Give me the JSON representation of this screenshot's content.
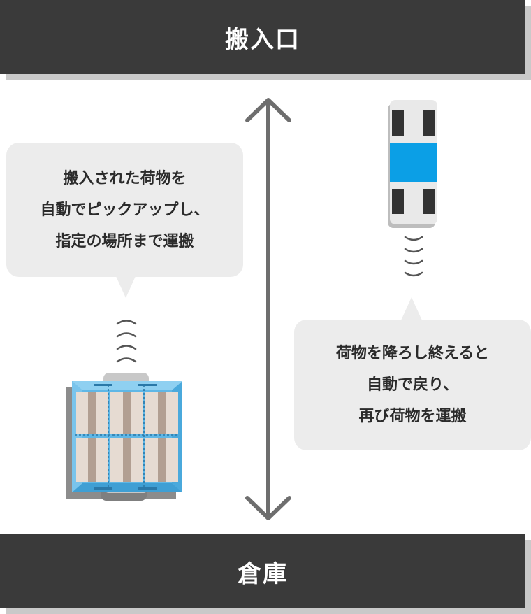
{
  "header": {
    "title": "搬入口"
  },
  "footer": {
    "title": "倉庫"
  },
  "left_bubble": {
    "lines": [
      "搬入された荷物を",
      "自動でピックアップし、",
      "指定の場所まで運搬"
    ]
  },
  "right_bubble": {
    "lines": [
      "荷物を降ろし終えると",
      "自動で戻り、",
      "再び荷物を運搬"
    ]
  },
  "colors": {
    "bar": "#3a3a3a",
    "bubble": "#ececec",
    "arrow": "#6e6e6e",
    "robot_accent": "#0b9fe6",
    "robot_body": "#e9e9e9",
    "pallet_frame": "#5fb7e6",
    "crate": "#e6dbd2",
    "crate_stripe": "#b29f92"
  },
  "icons": [
    "double-arrow-icon",
    "robot-icon",
    "signal-waves-icon",
    "pallet-icon"
  ]
}
